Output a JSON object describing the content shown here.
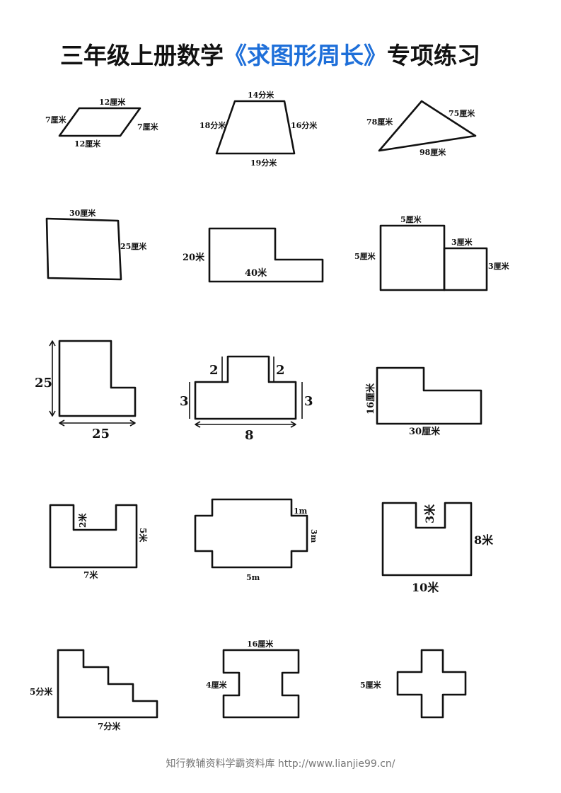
{
  "title": {
    "prefix": "三年级上册数学",
    "highlight": "《求图形周长》",
    "suffix": "专项练习"
  },
  "colors": {
    "highlight": "#1e6fd9",
    "footer": "#777777"
  },
  "figures": [
    {
      "id": "parallelogram",
      "labels": {
        "top": "12厘米",
        "bottom": "12厘米",
        "left": "7厘米",
        "right": "7厘米"
      }
    },
    {
      "id": "trapezoid",
      "labels": {
        "top": "14分米",
        "bottom": "19分米",
        "left": "18分米",
        "right": "16分米"
      }
    },
    {
      "id": "triangle",
      "labels": {
        "left": "78厘米",
        "right": "75厘米",
        "bottom": "98厘米"
      }
    },
    {
      "id": "quadrilateral",
      "labels": {
        "top": "30厘米",
        "right": "25厘米"
      }
    },
    {
      "id": "l-shape-wide",
      "labels": {
        "left": "20米",
        "bottom": "40米"
      }
    },
    {
      "id": "two-squares",
      "labels": {
        "big_top": "5厘米",
        "big_left": "5厘米",
        "small_top": "3厘米",
        "small_right": "3厘米"
      }
    },
    {
      "id": "l-shape-tall",
      "labels": {
        "left": "25",
        "bottom": "25"
      }
    },
    {
      "id": "t-shape",
      "labels": {
        "left_top": "2",
        "right_top": "2",
        "left": "3",
        "right": "3",
        "bottom": "8"
      }
    },
    {
      "id": "step-shape",
      "labels": {
        "left": "16厘米",
        "bottom": "30厘米"
      }
    },
    {
      "id": "u-shape-small",
      "labels": {
        "notch": "2米",
        "right": "5米",
        "bottom": "7米"
      }
    },
    {
      "id": "plus-wide",
      "labels": {
        "corner": "1m",
        "right": "3m",
        "bottom": "5m"
      }
    },
    {
      "id": "u-shape-large",
      "labels": {
        "notch": "3米",
        "right": "8米",
        "bottom": "10米"
      }
    },
    {
      "id": "staircase",
      "labels": {
        "left": "5分米",
        "bottom": "7分米"
      }
    },
    {
      "id": "i-shape",
      "labels": {
        "top": "16厘米",
        "left": "4厘米"
      }
    },
    {
      "id": "cross",
      "labels": {
        "left": "5厘米"
      }
    }
  ],
  "footer": "知行教辅资料学霸资料库 http://www.lianjie99.cn/"
}
